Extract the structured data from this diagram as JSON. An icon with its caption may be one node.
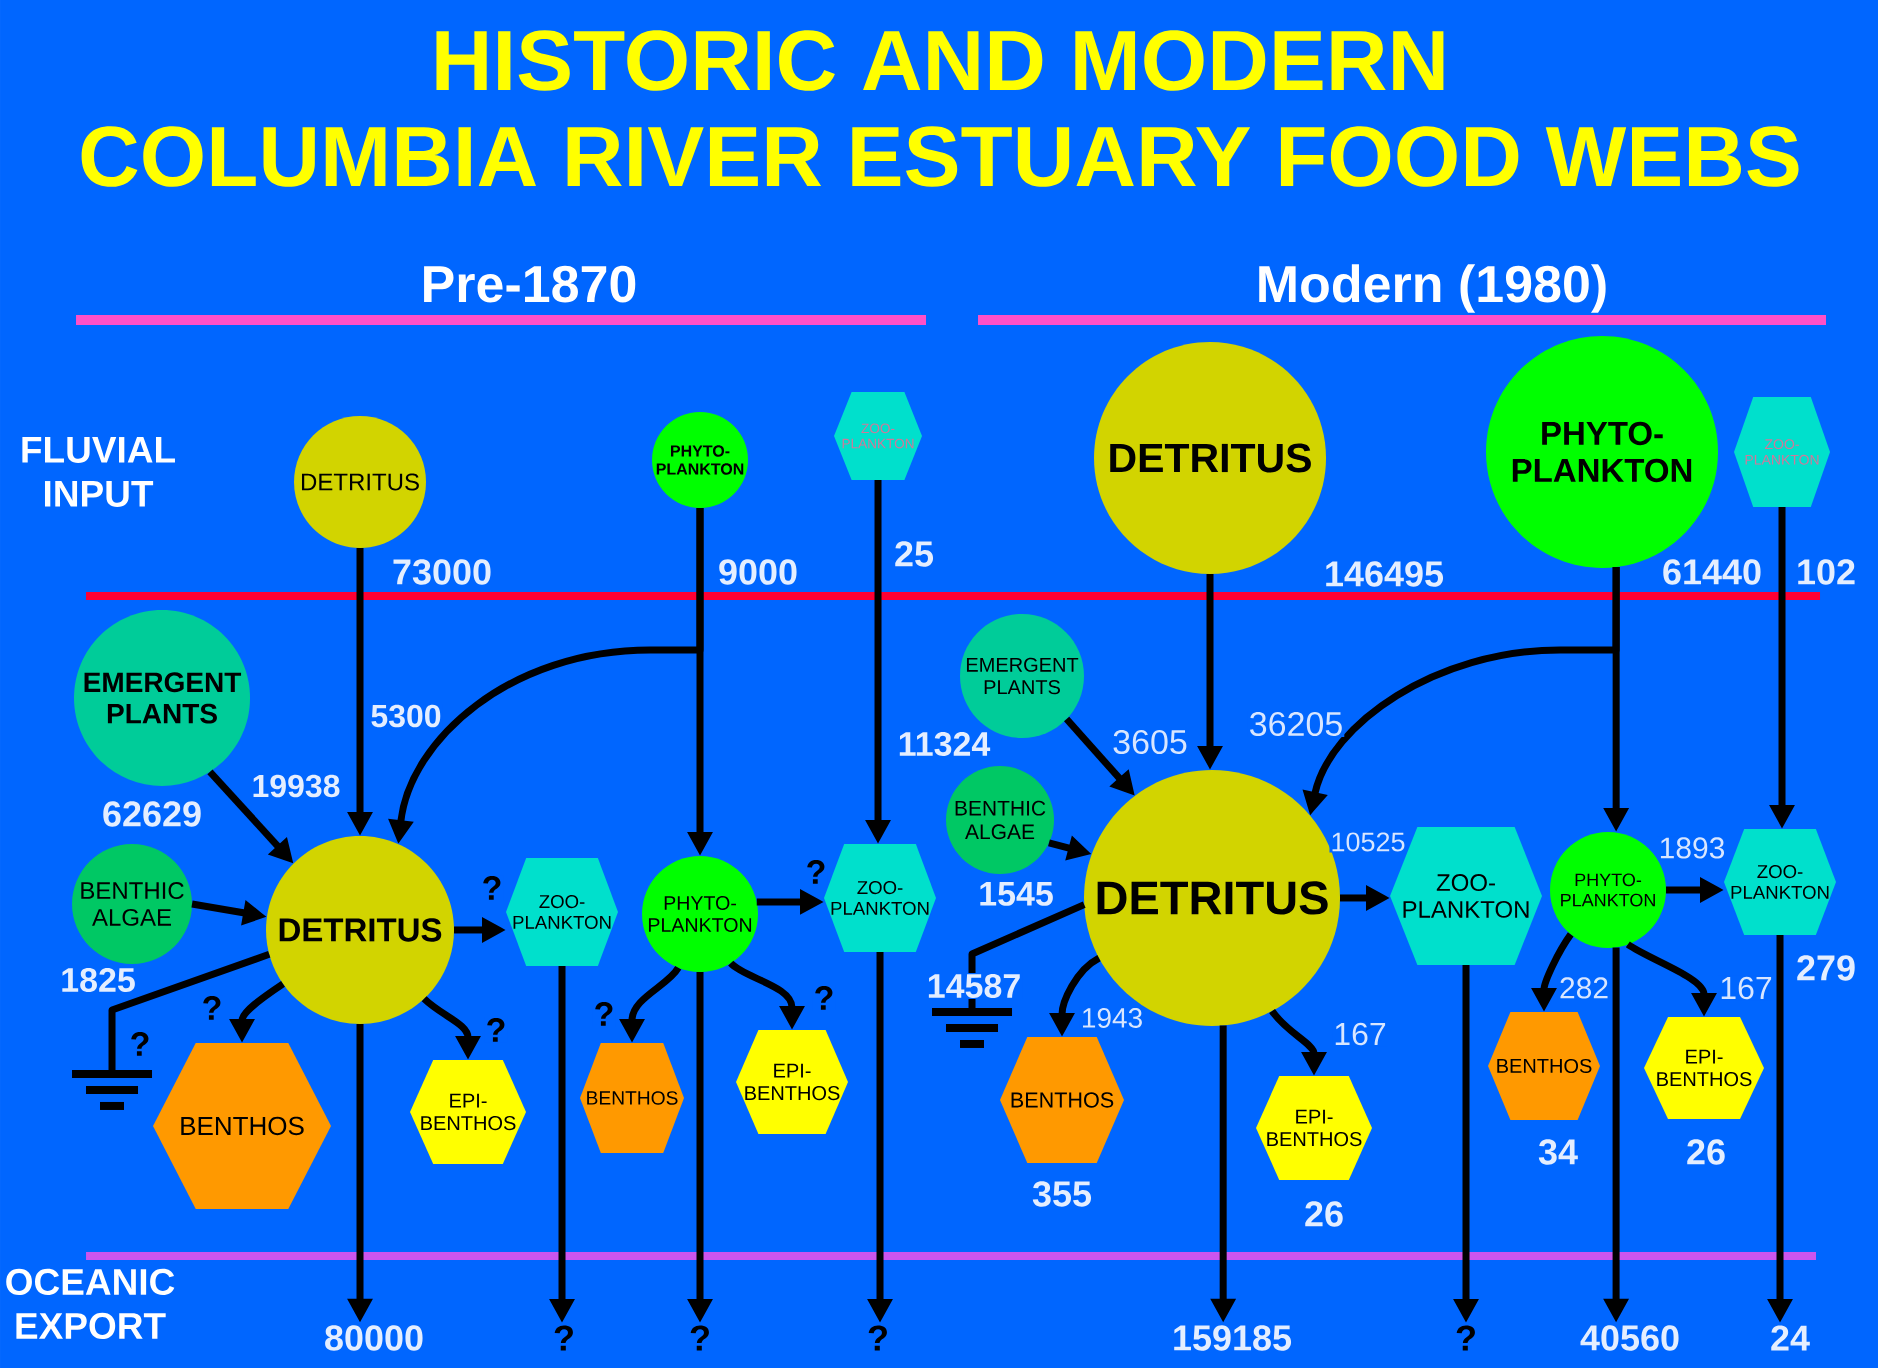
{
  "diagram": {
    "title": "HISTORIC AND MODERN COLUMBIA RIVER ESTUARY FOOD WEBS",
    "nodes": [
      {
        "text": [
          "DETRITUS"
        ],
        "beside": [
          "73000"
        ]
      },
      {
        "text": [
          "PHYTO- PLANKTON"
        ],
        "beside": [
          "9000"
        ]
      },
      {
        "text": [
          "ZOO- PLANKTON"
        ],
        "beside": [
          "25"
        ]
      },
      {
        "text": [
          "DETRITUS"
        ],
        "beside": [
          "146495"
        ]
      },
      {
        "text": [
          "PHYTO- PLANKTON"
        ],
        "beside": [
          "61440"
        ]
      },
      {
        "text": [
          "ZOO- PLANKTON"
        ],
        "beside": [
          "102"
        ]
      },
      {
        "text": [
          "EMERGENT PLANTS"
        ],
        "beside": [
          "62629"
        ]
      },
      {
        "text": [
          "BENTHIC ALGAE"
        ],
        "beside": [
          "1825"
        ]
      },
      {
        "text": [
          "DETRITUS"
        ]
      },
      {
        "text": [
          "ZOO- PLANKTON"
        ]
      },
      {
        "text": [
          "PHYTO- PLANKTON"
        ]
      },
      {
        "text": [
          "ZOO- PLANKTON"
        ]
      },
      {
        "text": [],
        "shape": "ground"
      },
      {
        "text": [
          "BENTHOS"
        ]
      },
      {
        "text": [
          "EPI- BENTHOS"
        ]
      },
      {
        "text": [
          "BENTHOS"
        ]
      },
      {
        "text": [
          "EPI- BENTHOS"
        ]
      },
      {
        "text": [
          "EMERGENT PLANTS"
        ],
        "beside": [
          "11324"
        ]
      },
      {
        "text": [
          "BENTHIC ALGAE"
        ],
        "beside": [
          "1545"
        ]
      },
      {
        "text": [
          "DETRITUS"
        ]
      },
      {
        "text": [
          "ZOO- PLANKTON"
        ]
      },
      {
        "text": [
          "PHYTO- PLANKTON"
        ]
      },
      {
        "text": [
          "ZOO- PLANKTON"
        ],
        "beside": [
          "279"
        ]
      },
      {
        "text": [],
        "shape": "ground"
      },
      {
        "text": [
          "BENTHOS"
        ],
        "beside": [
          "355"
        ]
      },
      {
        "text": [
          "EPI- BENTHOS"
        ],
        "beside": [
          "26"
        ]
      },
      {
        "text": [
          "BENTHOS"
        ],
        "beside": [
          "34"
        ]
      },
      {
        "text": [
          "EPI- BENTHOS"
        ],
        "beside": [
          "26"
        ]
      },
      {
        "text": [
          "80000"
        ]
      },
      {
        "text": [
          "?"
        ]
      },
      {
        "text": [
          "?"
        ]
      },
      {
        "text": [
          "?"
        ]
      },
      {
        "text": [
          "159185"
        ]
      },
      {
        "text": [
          "?"
        ]
      },
      {
        "text": [
          "40560"
        ]
      },
      {
        "text": [
          "24"
        ]
      }
    ],
    "edges": [
      {
        "from": 0,
        "to": 8,
        "arrow": "to"
      },
      {
        "from": 1,
        "to": 10,
        "arrow": "to"
      },
      {
        "from": 1,
        "to": 8,
        "arrow": "to",
        "label": "5300"
      },
      {
        "from": 2,
        "to": 11,
        "arrow": "to"
      },
      {
        "from": 6,
        "to": 8,
        "arrow": "to",
        "label": "19938"
      },
      {
        "from": 7,
        "to": 8,
        "arrow": "to"
      },
      {
        "from": 8,
        "to": 9,
        "arrow": "to",
        "label": "?"
      },
      {
        "from": 10,
        "to": 11,
        "arrow": "to",
        "label": "?"
      },
      {
        "from": 8,
        "to": 12,
        "arrow": "none",
        "label": "?"
      },
      {
        "from": 8,
        "to": 13,
        "arrow": "to",
        "label": "?"
      },
      {
        "from": 8,
        "to": 14,
        "arrow": "to",
        "label": "?"
      },
      {
        "from": 10,
        "to": 15,
        "arrow": "to",
        "label": "?"
      },
      {
        "from": 10,
        "to": 16,
        "arrow": "to",
        "label": "?"
      },
      {
        "from": 8,
        "to": 28,
        "arrow": "to"
      },
      {
        "from": 9,
        "to": 29,
        "arrow": "to"
      },
      {
        "from": 10,
        "to": 30,
        "arrow": "to"
      },
      {
        "from": 11,
        "to": 31,
        "arrow": "to"
      },
      {
        "from": 3,
        "to": 19,
        "arrow": "to"
      },
      {
        "from": 4,
        "to": 21,
        "arrow": "to"
      },
      {
        "from": 4,
        "to": 19,
        "arrow": "to",
        "label": "36205"
      },
      {
        "from": 5,
        "to": 22,
        "arrow": "to"
      },
      {
        "from": 17,
        "to": 19,
        "arrow": "to",
        "label": "3605"
      },
      {
        "from": 18,
        "to": 19,
        "arrow": "to"
      },
      {
        "from": 19,
        "to": 20,
        "arrow": "to",
        "label": "10525"
      },
      {
        "from": 21,
        "to": 22,
        "arrow": "to",
        "label": "1893"
      },
      {
        "from": 19,
        "to": 23,
        "arrow": "none",
        "label": "14587"
      },
      {
        "from": 19,
        "to": 24,
        "arrow": "to",
        "label": "1943"
      },
      {
        "from": 19,
        "to": 25,
        "arrow": "to",
        "label": "167"
      },
      {
        "from": 21,
        "to": 26,
        "arrow": "to",
        "label": "282"
      },
      {
        "from": 21,
        "to": 27,
        "arrow": "to",
        "label": "167"
      },
      {
        "from": 19,
        "to": 32,
        "arrow": "to"
      },
      {
        "from": 20,
        "to": 33,
        "arrow": "to"
      },
      {
        "from": 21,
        "to": 34,
        "arrow": "to"
      },
      {
        "from": 22,
        "to": 35,
        "arrow": "to"
      }
    ],
    "labels": [
      "Pre-1870",
      "Modern (1980)",
      "FLUVIAL INPUT",
      "OCEANIC EXPORT"
    ]
  }
}
